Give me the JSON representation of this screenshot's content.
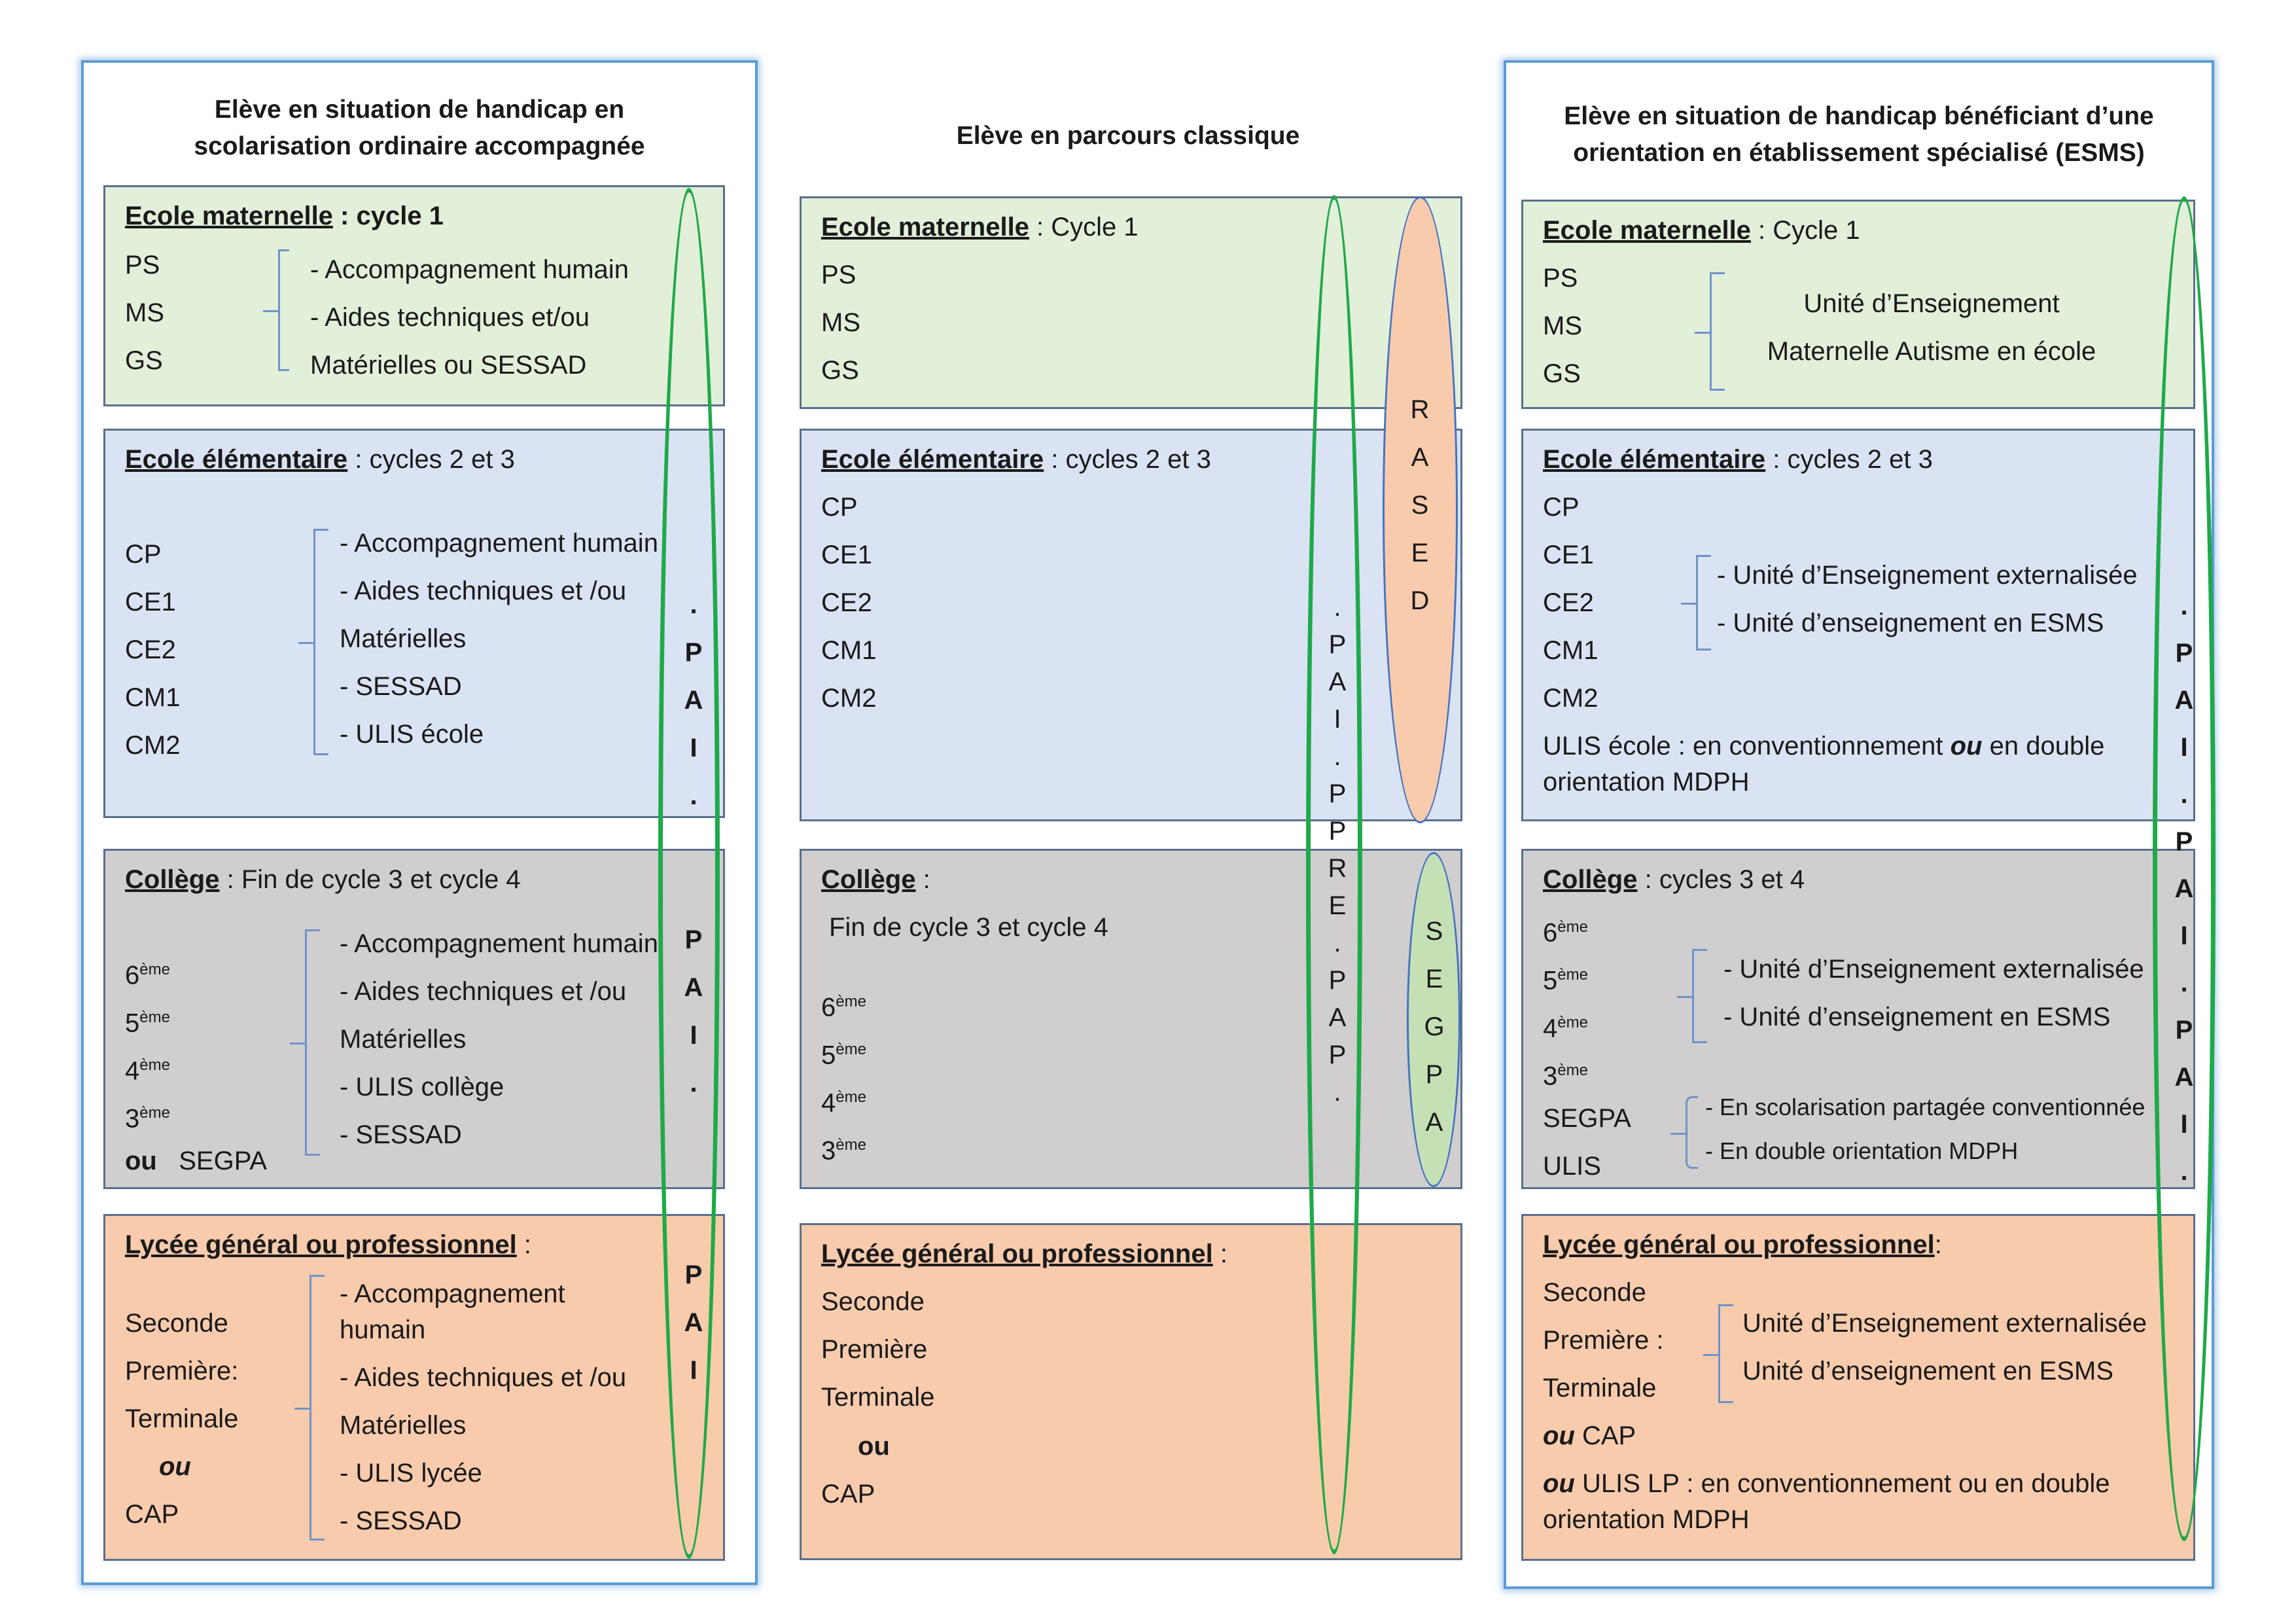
{
  "left": {
    "title_line1": "Elève en situation de handicap en",
    "title_line2": "scolarisation ordinaire accompagnée",
    "mat": {
      "heading": "Ecole maternelle",
      "rest": " : cycle 1",
      "classes": [
        "PS",
        "MS",
        "GS"
      ],
      "items": [
        "- Accompagnement humain",
        "- Aides techniques et/ou",
        "Matérielles  ou SESSAD"
      ]
    },
    "elem": {
      "heading": "Ecole élémentaire",
      "rest": " : cycles 2 et 3",
      "classes": [
        "CP",
        "CE1",
        "CE2",
        "CM1",
        "CM2"
      ],
      "items": [
        "- Accompagnement humain",
        "- Aides techniques et /ou",
        "Matérielles",
        "- SESSAD",
        "- ULIS école"
      ]
    },
    "college": {
      "heading": "Collège",
      "rest": " : Fin de  cycle 3 et cycle 4",
      "classes": [
        {
          "n": "6",
          "s": "ème"
        },
        {
          "n": "5",
          "s": "ème"
        },
        {
          "n": "4",
          "s": "ème"
        },
        {
          "n": "3",
          "s": "ème"
        }
      ],
      "ou": "ou",
      "segpa": "SEGPA",
      "items": [
        "- Accompagnement humain",
        "- Aides techniques et /ou",
        "Matérielles",
        "- ULIS collège",
        "- SESSAD"
      ]
    },
    "lycee": {
      "heading": "Lycée général ou professionnel",
      "rest": " :",
      "classes": [
        "Seconde",
        "Première:",
        "Terminale"
      ],
      "ou": "ou",
      "cap": "CAP",
      "items": [
        "- Accompagnement",
        "humain",
        "- Aides techniques et /ou",
        "Matérielles",
        "- ULIS lycée",
        "- SESSAD"
      ]
    },
    "pai_elem": [
      ".",
      "P",
      "A",
      "I",
      "."
    ],
    "pai_college": [
      "P",
      "A",
      "I",
      "."
    ],
    "pai_lycee": [
      "P",
      "A",
      "I"
    ]
  },
  "middle": {
    "title": "Elève en parcours classique",
    "mat": {
      "heading": "Ecole maternelle",
      "rest": " : Cycle 1",
      "classes": [
        "PS",
        "MS",
        "GS"
      ]
    },
    "elem": {
      "heading": "Ecole élémentaire",
      "rest": " : cycles 2 et 3",
      "classes": [
        "CP",
        "CE1",
        "CE2",
        "CM1",
        "CM2"
      ]
    },
    "college": {
      "heading": "Collège",
      "rest": " :",
      "sub": "Fin de cycle 3 et cycle 4",
      "classes": [
        {
          "n": "6",
          "s": "ème"
        },
        {
          "n": "5",
          "s": "ème"
        },
        {
          "n": "4",
          "s": "ème"
        },
        {
          "n": "3",
          "s": "ème"
        }
      ]
    },
    "lycee": {
      "heading": "Lycée général ou professionnel",
      "rest": " :",
      "classes": [
        "Seconde",
        "Première",
        "Terminale"
      ],
      "ou": "ou",
      "cap": "CAP"
    },
    "vertical": [
      ".",
      "P",
      "A",
      "I",
      ".",
      "P",
      "P",
      "R",
      "E",
      ".",
      "P",
      "A",
      "P",
      "."
    ],
    "rased": [
      "R",
      "A",
      "S",
      "E",
      "D"
    ],
    "segpa": [
      "S",
      "E",
      "G",
      "P",
      "A"
    ]
  },
  "right": {
    "title_line1": "Elève en situation de handicap bénéficiant d’une",
    "title_line2": "orientation en établissement spécialisé (ESMS)",
    "mat": {
      "heading": "Ecole maternelle",
      "rest": " : Cycle 1",
      "classes": [
        "PS",
        "MS",
        "GS"
      ],
      "items": [
        "Unité d’Enseignement",
        "Maternelle Autisme en école"
      ]
    },
    "elem": {
      "heading": "Ecole élémentaire",
      "rest": " : cycles 2 et 3",
      "classes": [
        "CP",
        "CE1",
        "CE2",
        "CM1",
        "CM2"
      ],
      "items": [
        "- Unité d’Enseignement externalisée",
        "- Unité d’enseignement en ESMS"
      ],
      "ulis_a": "ULIS école : en conventionnement ",
      "ulis_ou": "ou",
      "ulis_b": " en double",
      "ulis_line2": "orientation MDPH"
    },
    "college": {
      "heading": "Collège",
      "rest": " : cycles 3 et 4",
      "classes": [
        {
          "n": "6",
          "s": "ème"
        },
        {
          "n": "5",
          "s": "ème"
        },
        {
          "n": "4",
          "s": "ème"
        },
        {
          "n": "3",
          "s": "ème"
        }
      ],
      "items": [
        "- Unité d’Enseignement externalisée",
        "- Unité d’enseignement en ESMS"
      ],
      "segpa": "SEGPA",
      "ulis": "ULIS",
      "segpa_items": [
        "- En scolarisation partagée conventionnée",
        "- En double orientation MDPH"
      ]
    },
    "lycee": {
      "heading": "Lycée général ou professionnel",
      "rest": ":",
      "classes": [
        "Seconde",
        "Première :",
        "Terminale"
      ],
      "items": [
        "Unité d’Enseignement externalisée",
        "Unité d’enseignement en ESMS"
      ],
      "ou1": "ou",
      "cap": " CAP",
      "ou2": "ou",
      "ulislp": " ULIS LP : en conventionnement ou en double",
      "ulislp_line2": "orientation MDPH"
    },
    "vertical": [
      ".",
      "P",
      "A",
      "I",
      ".",
      "P",
      "A",
      "I",
      ".",
      "P",
      "A",
      "I",
      "."
    ]
  }
}
